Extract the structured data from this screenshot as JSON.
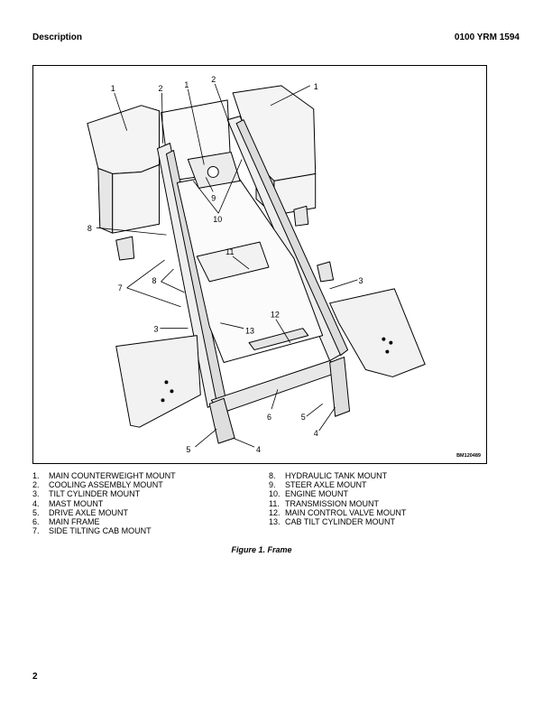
{
  "header": {
    "left": "Description",
    "right": "0100 YRM 1594"
  },
  "figure": {
    "id": "BM120489",
    "callouts": [
      "1",
      "2",
      "1",
      "2",
      "1",
      "8",
      "9",
      "10",
      "11",
      "7",
      "8",
      "3",
      "3",
      "13",
      "12",
      "6",
      "5",
      "4",
      "5",
      "4"
    ]
  },
  "legend": {
    "left": [
      {
        "num": "1.",
        "text": "MAIN COUNTERWEIGHT MOUNT"
      },
      {
        "num": "2.",
        "text": "COOLING ASSEMBLY MOUNT"
      },
      {
        "num": "3.",
        "text": "TILT CYLINDER MOUNT"
      },
      {
        "num": "4.",
        "text": "MAST MOUNT"
      },
      {
        "num": "5.",
        "text": "DRIVE AXLE MOUNT"
      },
      {
        "num": "6.",
        "text": "MAIN FRAME"
      },
      {
        "num": "7.",
        "text": "SIDE TILTING CAB MOUNT"
      }
    ],
    "right": [
      {
        "num": "8.",
        "text": "HYDRAULIC TANK MOUNT"
      },
      {
        "num": "9.",
        "text": "STEER AXLE MOUNT"
      },
      {
        "num": "10.",
        "text": "ENGINE MOUNT"
      },
      {
        "num": "11.",
        "text": "TRANSMISSION MOUNT"
      },
      {
        "num": "12.",
        "text": "MAIN CONTROL VALVE MOUNT"
      },
      {
        "num": "13.",
        "text": "CAB TILT CYLINDER MOUNT"
      }
    ]
  },
  "caption": "Figure 1. Frame",
  "page_number": "2"
}
